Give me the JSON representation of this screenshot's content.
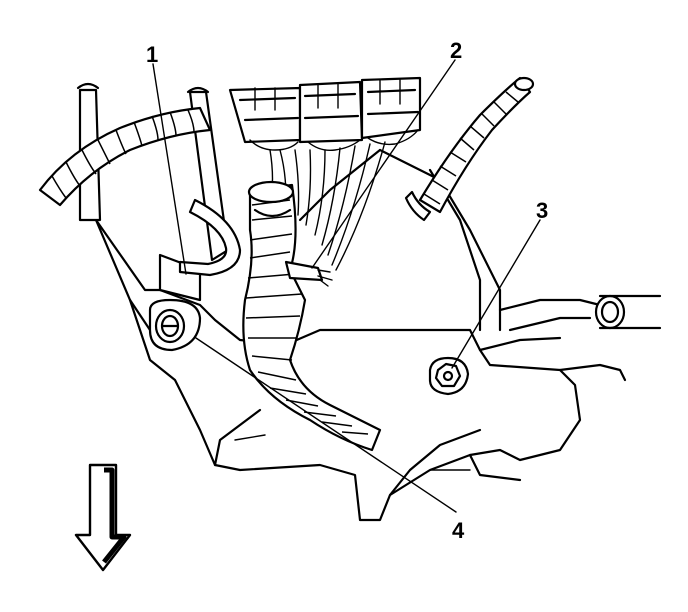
{
  "callouts": [
    {
      "id": "1",
      "label": "1"
    },
    {
      "id": "2",
      "label": "2"
    },
    {
      "id": "3",
      "label": "3"
    },
    {
      "id": "4",
      "label": "4"
    }
  ],
  "colors": {
    "line": "#000000",
    "background": "#ffffff"
  },
  "icons": {
    "direction_arrow": "arrow-down-outline-icon"
  }
}
